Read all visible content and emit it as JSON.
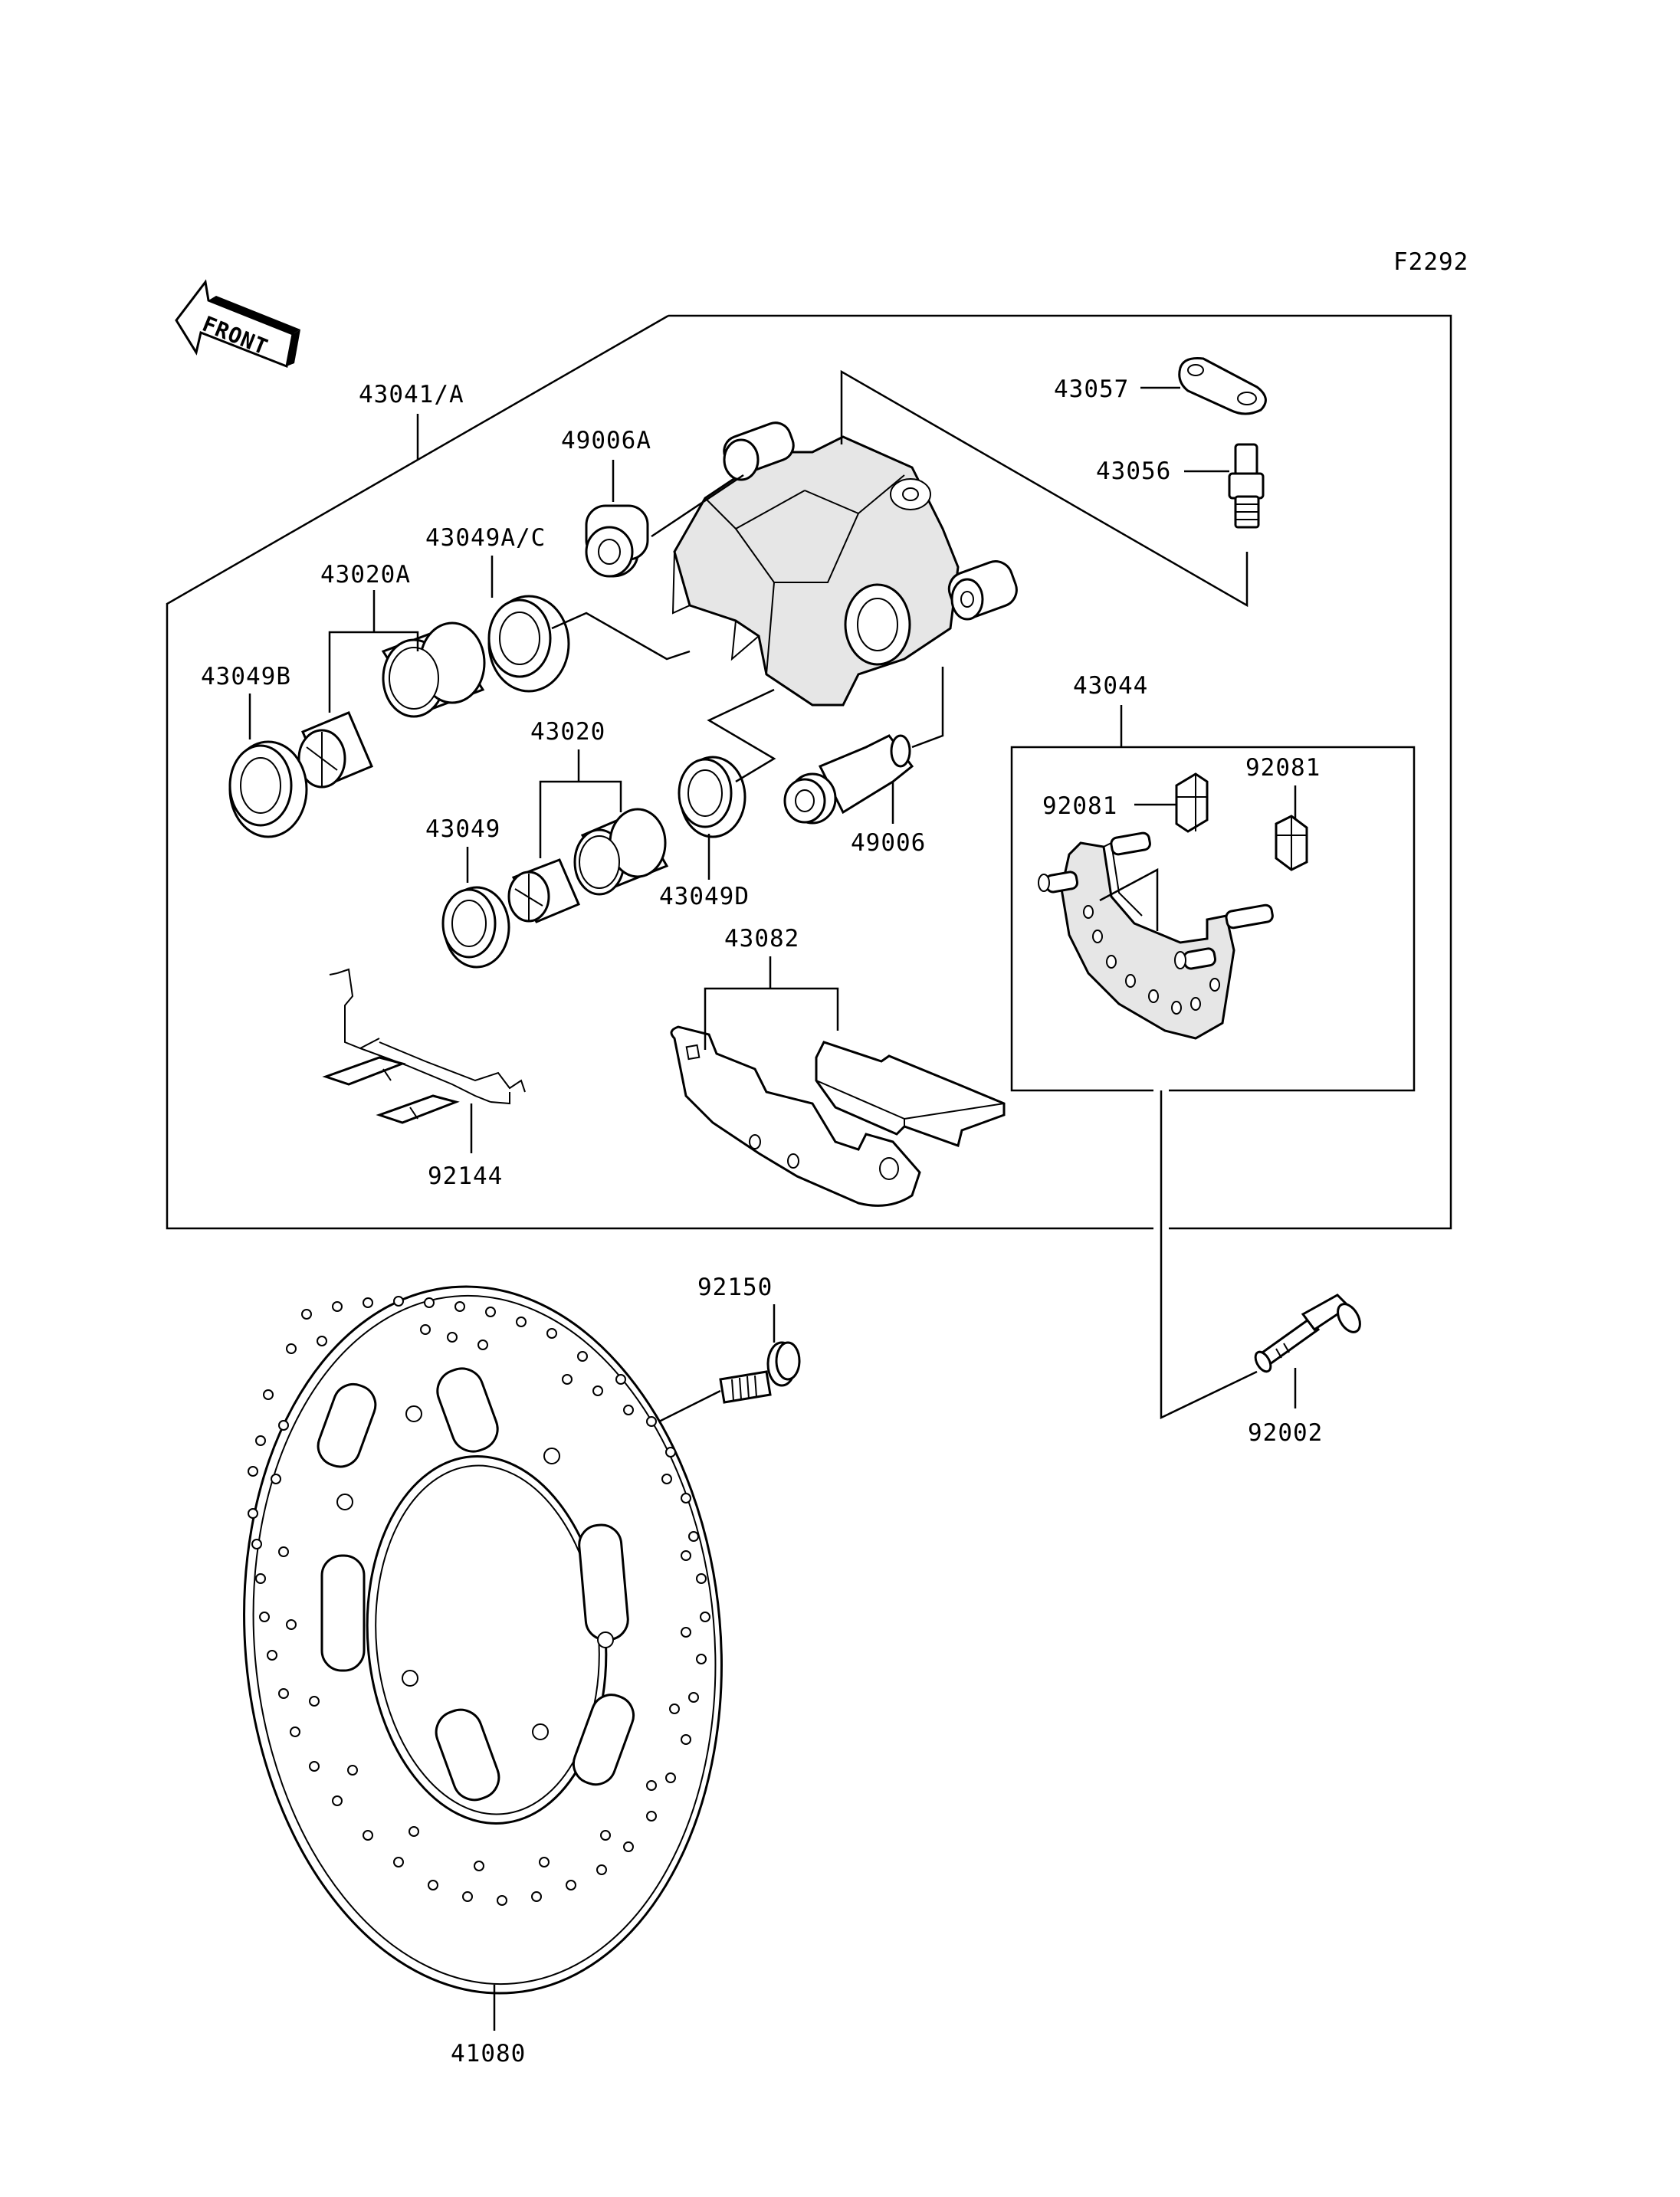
{
  "figure_code": "F2292",
  "front_label": "FRONT",
  "part_labels": {
    "p43041A": "43041/A",
    "p49006A": "49006A",
    "p43049AC": "43049A/C",
    "p43020A": "43020A",
    "p43049B": "43049B",
    "p43020": "43020",
    "p43049": "43049",
    "p43049D": "43049D",
    "p49006": "49006",
    "p43057": "43057",
    "p43056": "43056",
    "p43044": "43044",
    "p92081_left": "92081",
    "p92081_right": "92081",
    "p43082": "43082",
    "p92144": "92144",
    "p92150": "92150",
    "p92002": "92002",
    "p41080": "41080"
  }
}
